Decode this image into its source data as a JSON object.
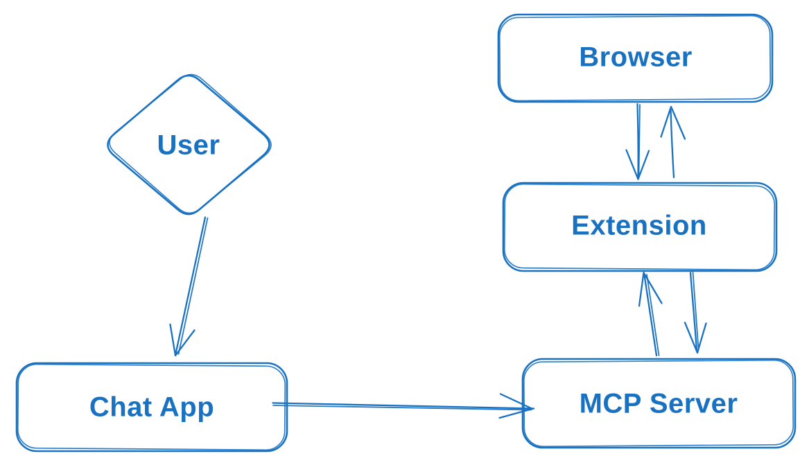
{
  "diagram": {
    "colors": {
      "background": "#ffffff",
      "stroke": "#1971c2",
      "text": "#1971c2"
    },
    "nodes": [
      {
        "id": "user",
        "label": "User",
        "shape": "diamond"
      },
      {
        "id": "browser",
        "label": "Browser",
        "shape": "rounded-rectangle"
      },
      {
        "id": "extension",
        "label": "Extension",
        "shape": "rounded-rectangle"
      },
      {
        "id": "mcp-server",
        "label": "MCP Server",
        "shape": "rounded-rectangle"
      },
      {
        "id": "chat-app",
        "label": "Chat App",
        "shape": "rounded-rectangle"
      }
    ],
    "edges": [
      {
        "from": "User",
        "to": "Chat App",
        "direction": "down"
      },
      {
        "from": "Chat App",
        "to": "MCP Server",
        "direction": "right"
      },
      {
        "from": "Browser",
        "to": "Extension",
        "direction": "down"
      },
      {
        "from": "Extension",
        "to": "Browser",
        "direction": "up"
      },
      {
        "from": "Extension",
        "to": "MCP Server",
        "direction": "down"
      },
      {
        "from": "MCP Server",
        "to": "Extension",
        "direction": "up"
      }
    ]
  }
}
